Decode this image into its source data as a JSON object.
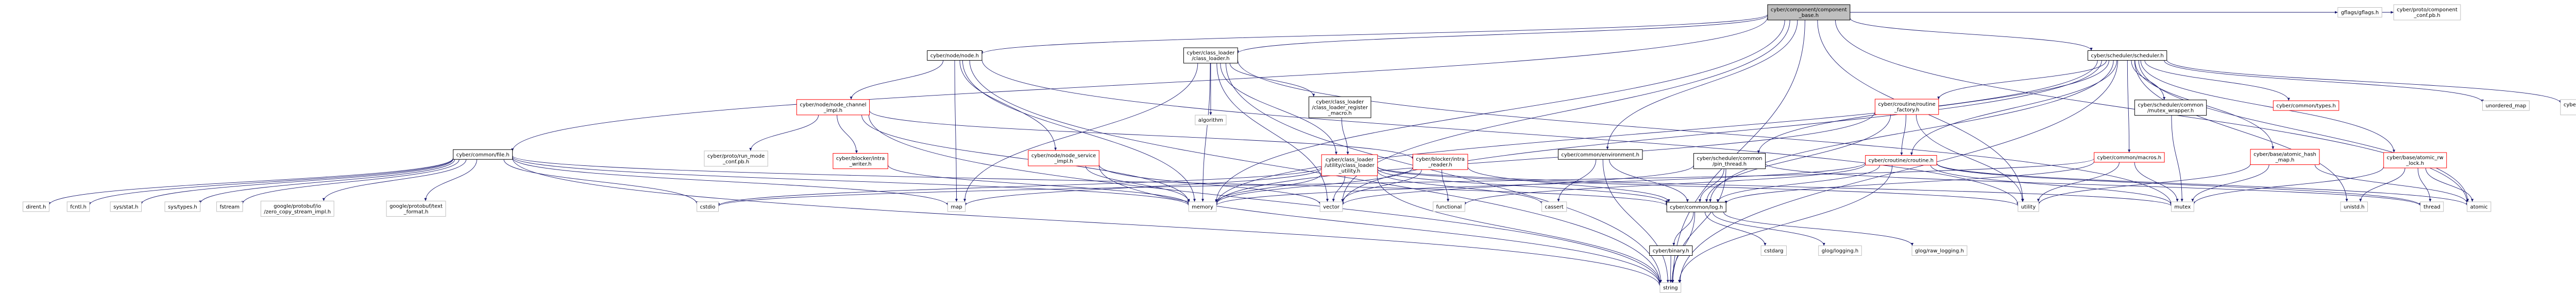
{
  "colors": {
    "edge": "#191970",
    "arrow": "#191970",
    "focus_fill": "#bfbfbf",
    "focus_border": "#000000",
    "doc_border": "#000000",
    "header_border": "#ff0000",
    "external_border": "#bfbfbf",
    "node_fill": "#ffffff",
    "text": "#000000"
  },
  "nodes": [
    {
      "id": "root",
      "lines": [
        "cyber/component/component",
        "_base.h"
      ],
      "kind": "focus"
    },
    {
      "id": "file",
      "lines": [
        "cyber/common/file.h"
      ],
      "kind": "doc"
    },
    {
      "id": "node",
      "lines": [
        "cyber/node/node.h"
      ],
      "kind": "doc"
    },
    {
      "id": "classloader",
      "lines": [
        "cyber/class_loader",
        "/class_loader.h"
      ],
      "kind": "doc"
    },
    {
      "id": "scheduler",
      "lines": [
        "cyber/scheduler/scheduler.h"
      ],
      "kind": "doc"
    },
    {
      "id": "gflags",
      "lines": [
        "gflags/gflags.h"
      ],
      "kind": "external"
    },
    {
      "id": "compconf",
      "lines": [
        "cyber/proto/component",
        "_conf.pb.h"
      ],
      "kind": "external"
    },
    {
      "id": "nodechannel",
      "lines": [
        "cyber/node/node_channel",
        "_impl.h"
      ],
      "kind": "header"
    },
    {
      "id": "nodeservice",
      "lines": [
        "cyber/node/node_service",
        "_impl.h"
      ],
      "kind": "header"
    },
    {
      "id": "algorithm",
      "lines": [
        "algorithm"
      ],
      "kind": "external"
    },
    {
      "id": "clregister",
      "lines": [
        "cyber/class_loader",
        "/class_loader_register",
        "_macro.h"
      ],
      "kind": "doc"
    },
    {
      "id": "clutility",
      "lines": [
        "cyber/class_loader",
        "/utility/class_loader",
        "_utility.h"
      ],
      "kind": "header"
    },
    {
      "id": "environment",
      "lines": [
        "cyber/common/environment.h"
      ],
      "kind": "doc"
    },
    {
      "id": "routinefactory",
      "lines": [
        "cyber/croutine/routine",
        "_factory.h"
      ],
      "kind": "header"
    },
    {
      "id": "pinthread",
      "lines": [
        "cyber/scheduler/common",
        "/pin_thread.h"
      ],
      "kind": "doc"
    },
    {
      "id": "croutine",
      "lines": [
        "cyber/croutine/croutine.h"
      ],
      "kind": "header"
    },
    {
      "id": "macros",
      "lines": [
        "cyber/common/macros.h"
      ],
      "kind": "header"
    },
    {
      "id": "mutexwrapper",
      "lines": [
        "cyber/scheduler/common",
        "/mutex_wrapper.h"
      ],
      "kind": "doc"
    },
    {
      "id": "types",
      "lines": [
        "cyber/common/types.h"
      ],
      "kind": "header"
    },
    {
      "id": "atomichash",
      "lines": [
        "cyber/base/atomic_hash",
        "_map.h"
      ],
      "kind": "header"
    },
    {
      "id": "atomicrw",
      "lines": [
        "cyber/base/atomic_rw",
        "_lock.h"
      ],
      "kind": "header"
    },
    {
      "id": "unorderedmap",
      "lines": [
        "unordered_map"
      ],
      "kind": "external"
    },
    {
      "id": "choreography",
      "lines": [
        "cyber/proto/choreography",
        "_conf.pb.h"
      ],
      "kind": "external"
    },
    {
      "id": "modeconf",
      "lines": [
        "cyber/proto/run_mode",
        "_conf.pb.h"
      ],
      "kind": "external"
    },
    {
      "id": "intrawriter",
      "lines": [
        "cyber/blocker/intra",
        "_writer.h"
      ],
      "kind": "header"
    },
    {
      "id": "intrareader",
      "lines": [
        "cyber/blocker/intra",
        "_reader.h"
      ],
      "kind": "header"
    },
    {
      "id": "dirent",
      "lines": [
        "dirent.h"
      ],
      "kind": "external"
    },
    {
      "id": "fcntl",
      "lines": [
        "fcntl.h"
      ],
      "kind": "external"
    },
    {
      "id": "sysstat",
      "lines": [
        "sys/stat.h"
      ],
      "kind": "external"
    },
    {
      "id": "systypes",
      "lines": [
        "sys/types.h"
      ],
      "kind": "external"
    },
    {
      "id": "fstream",
      "lines": [
        "fstream"
      ],
      "kind": "external"
    },
    {
      "id": "zerocopy",
      "lines": [
        "google/protobuf/io",
        "/zero_copy_stream_impl.h"
      ],
      "kind": "external"
    },
    {
      "id": "textformat",
      "lines": [
        "google/protobuf/text",
        "_format.h"
      ],
      "kind": "external"
    },
    {
      "id": "cstdio",
      "lines": [
        "cstdio"
      ],
      "kind": "external"
    },
    {
      "id": "map",
      "lines": [
        "map"
      ],
      "kind": "external"
    },
    {
      "id": "memory",
      "lines": [
        "memory"
      ],
      "kind": "external"
    },
    {
      "id": "vector",
      "lines": [
        "vector"
      ],
      "kind": "external"
    },
    {
      "id": "functional",
      "lines": [
        "functional"
      ],
      "kind": "external"
    },
    {
      "id": "cassert",
      "lines": [
        "cassert"
      ],
      "kind": "external"
    },
    {
      "id": "log",
      "lines": [
        "cyber/common/log.h"
      ],
      "kind": "doc"
    },
    {
      "id": "utility",
      "lines": [
        "utility"
      ],
      "kind": "external"
    },
    {
      "id": "mutex",
      "lines": [
        "mutex"
      ],
      "kind": "external"
    },
    {
      "id": "unistd",
      "lines": [
        "unistd.h"
      ],
      "kind": "external"
    },
    {
      "id": "thread",
      "lines": [
        "thread"
      ],
      "kind": "external"
    },
    {
      "id": "atomic",
      "lines": [
        "atomic"
      ],
      "kind": "external"
    },
    {
      "id": "binary",
      "lines": [
        "cyber/binary.h"
      ],
      "kind": "doc"
    },
    {
      "id": "cstdarg",
      "lines": [
        "cstdarg"
      ],
      "kind": "external"
    },
    {
      "id": "glog",
      "lines": [
        "glog/logging.h"
      ],
      "kind": "external"
    },
    {
      "id": "glograw",
      "lines": [
        "glog/raw_logging.h"
      ],
      "kind": "external"
    },
    {
      "id": "string",
      "lines": [
        "string"
      ],
      "kind": "external"
    }
  ],
  "edges": [
    [
      "root",
      "file"
    ],
    [
      "root",
      "node"
    ],
    [
      "root",
      "classloader"
    ],
    [
      "root",
      "scheduler"
    ],
    [
      "root",
      "gflags"
    ],
    [
      "root",
      "compconf"
    ],
    [
      "root",
      "environment"
    ],
    [
      "root",
      "memory"
    ],
    [
      "root",
      "vector"
    ],
    [
      "root",
      "string"
    ],
    [
      "root",
      "utility"
    ],
    [
      "root",
      "atomic"
    ],
    [
      "file",
      "dirent"
    ],
    [
      "file",
      "fcntl"
    ],
    [
      "file",
      "sysstat"
    ],
    [
      "file",
      "systypes"
    ],
    [
      "file",
      "fstream"
    ],
    [
      "file",
      "zerocopy"
    ],
    [
      "file",
      "textformat"
    ],
    [
      "file",
      "cstdio"
    ],
    [
      "file",
      "string"
    ],
    [
      "file",
      "log"
    ],
    [
      "file",
      "map"
    ],
    [
      "file",
      "memory"
    ],
    [
      "node",
      "nodechannel"
    ],
    [
      "node",
      "nodeservice"
    ],
    [
      "node",
      "map"
    ],
    [
      "node",
      "memory"
    ],
    [
      "node",
      "string"
    ],
    [
      "node",
      "utility"
    ],
    [
      "nodechannel",
      "intrawriter"
    ],
    [
      "nodechannel",
      "intrareader"
    ],
    [
      "nodechannel",
      "modeconf"
    ],
    [
      "nodechannel",
      "memory"
    ],
    [
      "nodechannel",
      "string"
    ],
    [
      "nodeservice",
      "memory"
    ],
    [
      "nodeservice",
      "string"
    ],
    [
      "nodeservice",
      "vector"
    ],
    [
      "intrawriter",
      "memory"
    ],
    [
      "intrareader",
      "functional"
    ],
    [
      "intrareader",
      "log"
    ],
    [
      "intrareader",
      "memory"
    ],
    [
      "intrareader",
      "vector"
    ],
    [
      "classloader",
      "algorithm"
    ],
    [
      "classloader",
      "clregister"
    ],
    [
      "classloader",
      "clutility"
    ],
    [
      "classloader",
      "map"
    ],
    [
      "classloader",
      "memory"
    ],
    [
      "classloader",
      "mutex"
    ],
    [
      "classloader",
      "string"
    ],
    [
      "classloader",
      "vector"
    ],
    [
      "clregister",
      "clutility"
    ],
    [
      "clutility",
      "log"
    ],
    [
      "clutility",
      "cstdio"
    ],
    [
      "clutility",
      "map"
    ],
    [
      "clutility",
      "memory"
    ],
    [
      "clutility",
      "string"
    ],
    [
      "clutility",
      "vector"
    ],
    [
      "clutility",
      "cassert"
    ],
    [
      "clutility",
      "mutex"
    ],
    [
      "clutility",
      "utility"
    ],
    [
      "environment",
      "log"
    ],
    [
      "environment",
      "cassert"
    ],
    [
      "environment",
      "string"
    ],
    [
      "scheduler",
      "routinefactory"
    ],
    [
      "scheduler",
      "pinthread"
    ],
    [
      "scheduler",
      "croutine"
    ],
    [
      "scheduler",
      "macros"
    ],
    [
      "scheduler",
      "mutexwrapper"
    ],
    [
      "scheduler",
      "types"
    ],
    [
      "scheduler",
      "atomichash"
    ],
    [
      "scheduler",
      "atomicrw"
    ],
    [
      "scheduler",
      "unorderedmap"
    ],
    [
      "scheduler",
      "choreography"
    ],
    [
      "scheduler",
      "log"
    ],
    [
      "scheduler",
      "unistd"
    ],
    [
      "scheduler",
      "memory"
    ],
    [
      "scheduler",
      "vector"
    ],
    [
      "scheduler",
      "string"
    ],
    [
      "scheduler",
      "atomic"
    ],
    [
      "routinefactory",
      "croutine"
    ],
    [
      "routinefactory",
      "log"
    ],
    [
      "routinefactory",
      "utility"
    ],
    [
      "routinefactory",
      "memory"
    ],
    [
      "pinthread",
      "log"
    ],
    [
      "pinthread",
      "string"
    ],
    [
      "pinthread",
      "thread"
    ],
    [
      "pinthread",
      "vector"
    ],
    [
      "croutine",
      "log"
    ],
    [
      "croutine",
      "functional"
    ],
    [
      "croutine",
      "memory"
    ],
    [
      "croutine",
      "mutex"
    ],
    [
      "croutine",
      "string"
    ],
    [
      "croutine",
      "atomic"
    ],
    [
      "croutine",
      "thread"
    ],
    [
      "macros",
      "utility"
    ],
    [
      "macros",
      "log"
    ],
    [
      "macros",
      "mutex"
    ],
    [
      "macros",
      "cstdio"
    ],
    [
      "mutexwrapper",
      "mutex"
    ],
    [
      "atomichash",
      "utility"
    ],
    [
      "atomichash",
      "mutex"
    ],
    [
      "atomichash",
      "atomic"
    ],
    [
      "atomicrw",
      "unistd"
    ],
    [
      "atomicrw",
      "thread"
    ],
    [
      "atomicrw",
      "atomic"
    ],
    [
      "atomicrw",
      "mutex"
    ],
    [
      "log",
      "binary"
    ],
    [
      "log",
      "cstdarg"
    ],
    [
      "log",
      "string"
    ],
    [
      "log",
      "glog"
    ],
    [
      "log",
      "glograw"
    ],
    [
      "binary",
      "string"
    ]
  ]
}
